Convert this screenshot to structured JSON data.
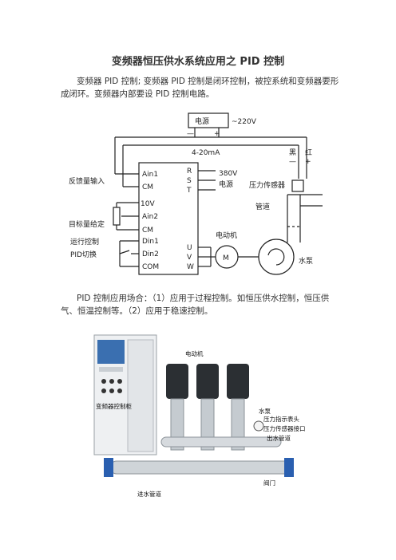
{
  "document": {
    "title": "变频器恒压供水系统应用之 PID 控制",
    "paragraph1": "变频器 PID 控制; 变频器 PID 控制是闭环控制，被控系统和变频器要形成闭环。变频器内部要设 PID 控制电路。",
    "paragraph2": "PID 控制应用场合：（1）应用于过程控制。如恒压供水控制，恒压供气、恒温控制等。（2）应用于稳速控制。"
  },
  "circuit": {
    "power_box": "电源",
    "power_supply": "~220V",
    "minus": "—",
    "plus": "+",
    "signal": "4-20mA",
    "black": "黑",
    "red": "红",
    "black_sign": "—",
    "red_sign": "+",
    "terminals_left": [
      "Ain1",
      "CM",
      "10V",
      "Ain2",
      "CM",
      "Din1",
      "Din2",
      "COM"
    ],
    "terminals_right": [
      "R",
      "S",
      "T",
      "U",
      "V",
      "W"
    ],
    "voltage": "380V",
    "mains": "电源",
    "pressure_sensor": "压力传感器",
    "feedback_input": "反馈量输入",
    "pipe": "管道",
    "target_setting": "目标量给定",
    "run_control": "运行控制",
    "pid_switch": "PID切换",
    "motor_label": "电动机",
    "motor_symbol": "M",
    "pump": "水泵"
  },
  "photo": {
    "motor": "电动机",
    "cabinet": "变频器控制柜",
    "pump": "水泵",
    "gauge": "压力指示表头",
    "sensor_port": "压力传感器接口",
    "outlet": "出水管道",
    "valve": "阀门",
    "inlet": "进水管道"
  }
}
